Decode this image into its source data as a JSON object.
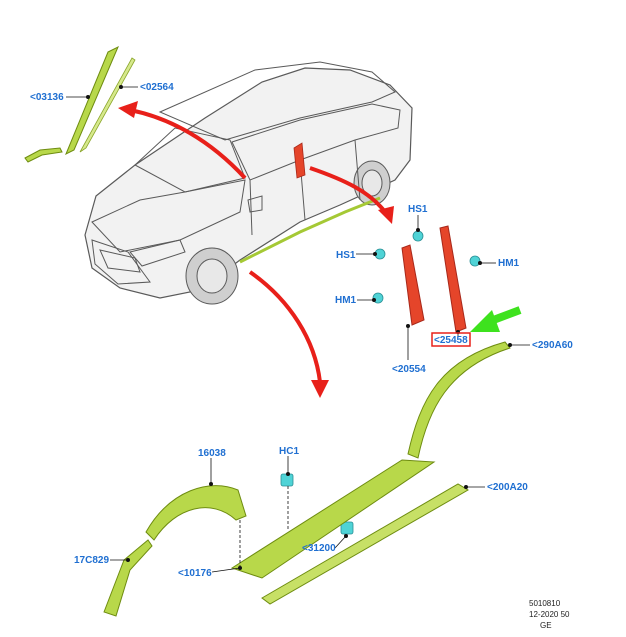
{
  "labels": {
    "p03136": "<03136",
    "p02564": "<02564",
    "hs1_top": "HS1",
    "hs1_left": "HS1",
    "hm1_right": "HM1",
    "hm1_left": "HM1",
    "p25458": "<25458",
    "p20554": "<20554",
    "p290A60": "<290A60",
    "p16038": "16038",
    "hc1": "HC1",
    "p200A20": "<200A20",
    "p17C829": "17C829",
    "p31200": "<31200",
    "p10176": "<10176"
  },
  "footer": {
    "line1": "5010810",
    "line2": "12-2020 50",
    "line3": "GE"
  },
  "colors": {
    "label_blue": "#1f6fd1",
    "trim_green": "#b8d84a",
    "applique_red": "#e5452a",
    "arrow_red": "#e8201a",
    "highlight_green": "#3ee21e",
    "clip_cyan": "#4fd3d6"
  }
}
